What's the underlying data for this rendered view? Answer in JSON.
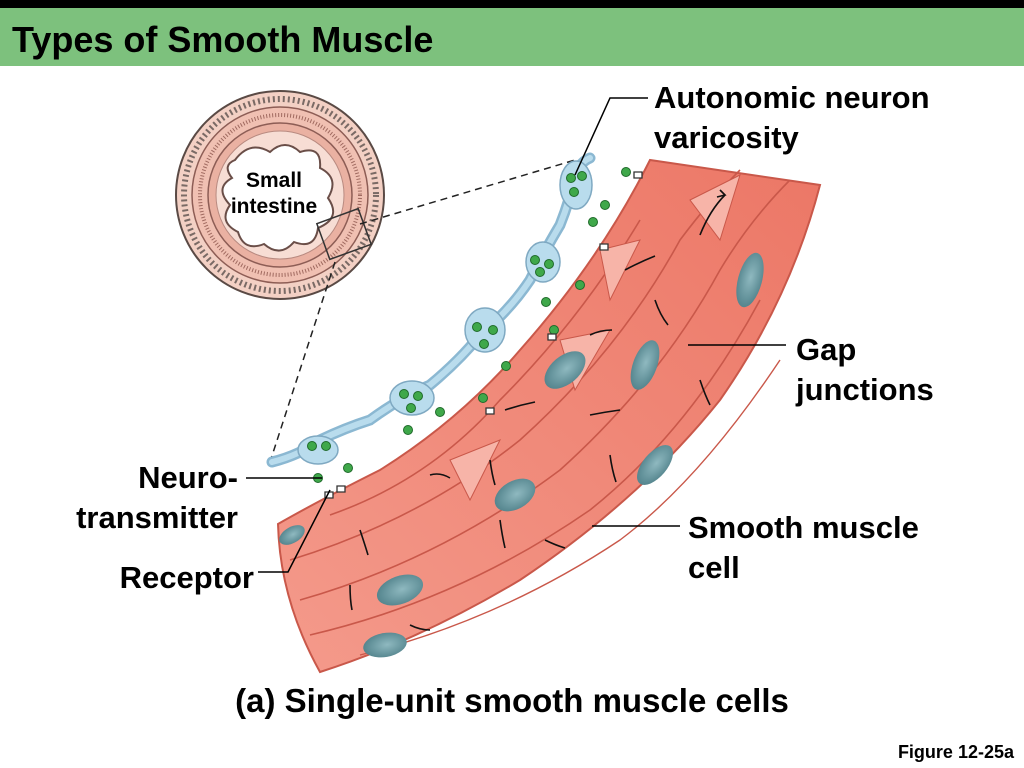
{
  "slide": {
    "title": "Types of Smooth Muscle",
    "caption": "(a) Single-unit smooth muscle cells",
    "figure_ref": "Figure 12-25a"
  },
  "labels": {
    "varicosity_line1": "Autonomic neuron",
    "varicosity_line2": "varicosity",
    "gap_line1": "Gap",
    "gap_line2": "junctions",
    "neuro_line1": "Neuro-",
    "neuro_line2": "transmitter",
    "receptor": "Receptor",
    "muscle_line1": "Smooth muscle",
    "muscle_line2": "cell",
    "intestine_line1": "Small",
    "intestine_line2": "intestine"
  },
  "colors": {
    "title_bar": "#7dc17d",
    "muscle": "#f08878",
    "muscle_dark": "#d4604f",
    "nucleus": "#5b8f98",
    "neuron": "#a6cde2",
    "vesicle": "#3fa84a"
  }
}
